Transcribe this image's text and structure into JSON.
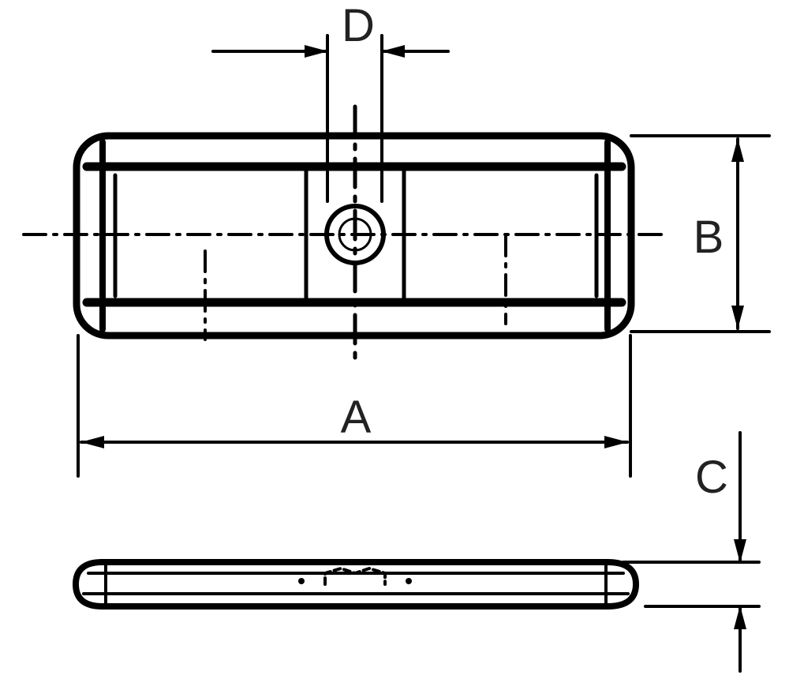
{
  "dimensions": {
    "A": "A",
    "B": "B",
    "C": "C",
    "D": "D"
  },
  "colors": {
    "line": "#000000",
    "label": "#222222",
    "background": "#ffffff"
  }
}
